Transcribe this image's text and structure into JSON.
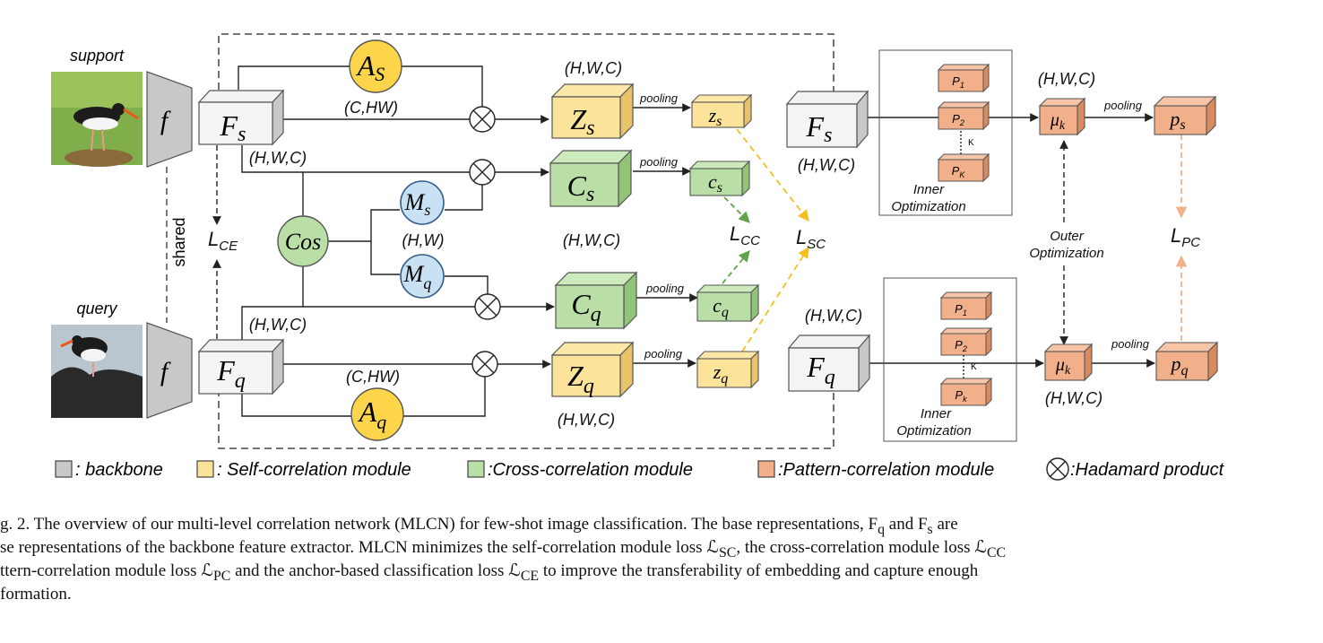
{
  "colors": {
    "backbone": "#c8c8c8",
    "self": "#fce39a",
    "cross": "#b9dfa6",
    "pattern": "#f2b08a",
    "self_arrow": "#f4c020",
    "cross_arrow": "#62a24a",
    "pattern_arrow": "#f0b08a",
    "mask_circle": "#c8e2f4"
  },
  "inputs": {
    "support_label": "support",
    "query_label": "query",
    "shared_label": "shared",
    "backbone_symbol": "f"
  },
  "self_corr": {
    "Fs": "F",
    "Fs_sub": "s",
    "Fq": "F",
    "Fq_sub": "q",
    "As": "A",
    "As_sub": "S",
    "Aq": "A",
    "Aq_sub": "q",
    "Zs": "Z",
    "Zs_sub": "s",
    "Zq": "Z",
    "Zq_sub": "q",
    "zs": "z",
    "zs_sub": "s",
    "zq": "z",
    "zq_sub": "q",
    "dim_chw": "(C,HW)",
    "dim_hwc": "(H,W,C)",
    "pooling": "pooling"
  },
  "cross_corr": {
    "cos": "Cos",
    "Ms": "M",
    "Ms_sub": "s",
    "Mq": "M",
    "Mq_sub": "q",
    "dim_hw": "(H,W)",
    "Cs": "C",
    "Cs_sub": "s",
    "Cq": "C",
    "Cq_sub": "q",
    "cs": "c",
    "cs_sub": "s",
    "cq": "c",
    "cq_sub": "q"
  },
  "losses": {
    "L_CE": "L",
    "L_CE_sub": "CE",
    "L_CC": "L",
    "L_CC_sub": "CC",
    "L_SC": "L",
    "L_SC_sub": "SC",
    "L_PC": "L",
    "L_PC_sub": "PC"
  },
  "pattern_corr": {
    "inner_opt": [
      "Inner",
      "Optimization"
    ],
    "outer_opt": [
      "Outer",
      "Optimization"
    ],
    "top_protos": [
      {
        "main": "P",
        "sub": "1"
      },
      {
        "main": "P",
        "sub": "2"
      },
      {
        "main": "P",
        "sub": "K"
      }
    ],
    "bottom_protos": [
      {
        "main": "P",
        "sub": "1"
      },
      {
        "main": "P",
        "sub": "2"
      },
      {
        "main": "P",
        "sub": "k"
      }
    ],
    "K": "K",
    "mu": "μ",
    "mu_sub": "k",
    "ps": "p",
    "ps_sub": "s",
    "pq": "p",
    "pq_sub": "q"
  },
  "legend": [
    {
      "swatch": "backbone",
      "label": ": backbone"
    },
    {
      "swatch": "self",
      "label": ": Self-correlation module"
    },
    {
      "swatch": "cross",
      "label": ":Cross-correlation module"
    },
    {
      "swatch": "pattern",
      "label": ":Pattern-correlation module"
    },
    {
      "swatch": "hadamard",
      "label": ":Hadamard product"
    }
  ],
  "caption": [
    "g. 2.    The overview of our multi-level correlation network (MLCN) for few-shot image classification. The base representations, F",
    "se representations of the backbone feature extractor. MLCN minimizes the self-correlation module loss ℒ",
    "ttern-correlation module loss ℒ",
    "formation."
  ],
  "caption_tail": {
    "l1_sub1": "q",
    "l1_mid": " and F",
    "l1_sub2": "s",
    "l1_end": " are",
    "l2_sub1": "SC",
    "l2_mid": ", the cross-correlation module loss ℒ",
    "l2_sub2": "CC",
    "l3_sub1": "PC",
    "l3_mid": " and the anchor-based classification loss ℒ",
    "l3_sub2": "CE",
    "l3_end": " to improve the transferability of embedding and capture enough"
  }
}
